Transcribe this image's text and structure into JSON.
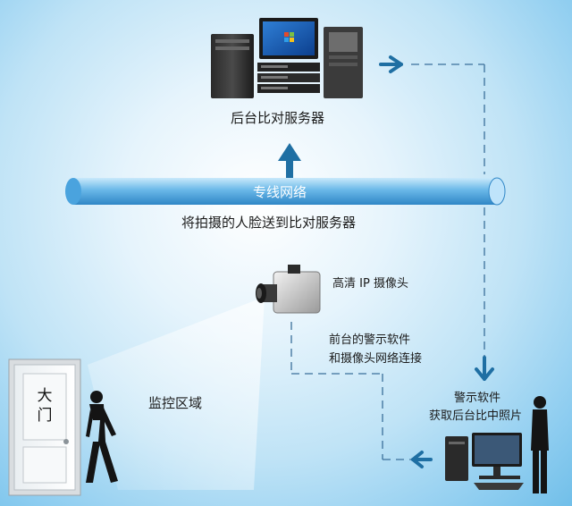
{
  "server": {
    "label": "后台比对服务器",
    "icon": "server-rack-icon"
  },
  "network": {
    "label": "专线网络"
  },
  "upload_caption": "将拍摄的人脸送到比对服务器",
  "camera": {
    "label": "高清 IP 摄像头",
    "icon": "ip-camera-icon"
  },
  "front_software": {
    "line1": "前台的警示软件",
    "line2": "和摄像头网络连接"
  },
  "alert_software": {
    "line1": "警示软件",
    "line2": "获取后台比中照片"
  },
  "zone": {
    "label": "监控区域"
  },
  "door": {
    "sign": "大门"
  },
  "colors": {
    "arrow": "#1f6fa3",
    "network_pipe": "#6ab8e8",
    "dashed_line": "#3a6f9a"
  }
}
